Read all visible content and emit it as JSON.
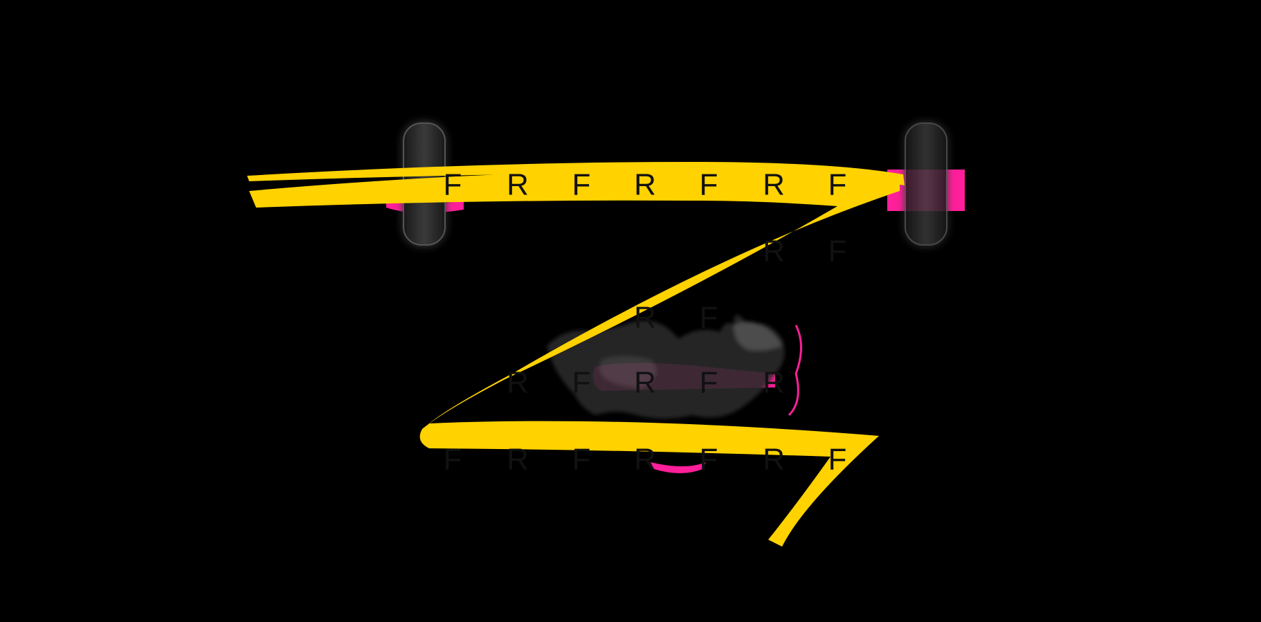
{
  "colors": {
    "background": "#000000",
    "path": "#FFD200",
    "accent": "#FF1F9A",
    "knob": "#2a2a2a",
    "letter": "#111111"
  },
  "icons": {
    "left_handle": "pill-handle-icon",
    "right_handle": "pill-handle-icon",
    "center_figure": "shadow-creature-icon"
  },
  "letters": {
    "row1": [
      "F",
      "R",
      "F",
      "R",
      "F",
      "R",
      "F"
    ],
    "row2": [
      "R",
      "F"
    ],
    "row3": [
      "R",
      "F"
    ],
    "row4": [
      "R",
      "F",
      "R",
      "F",
      "R"
    ],
    "row5": [
      "F",
      "R",
      "F",
      "R",
      "F",
      "R",
      "F"
    ]
  }
}
